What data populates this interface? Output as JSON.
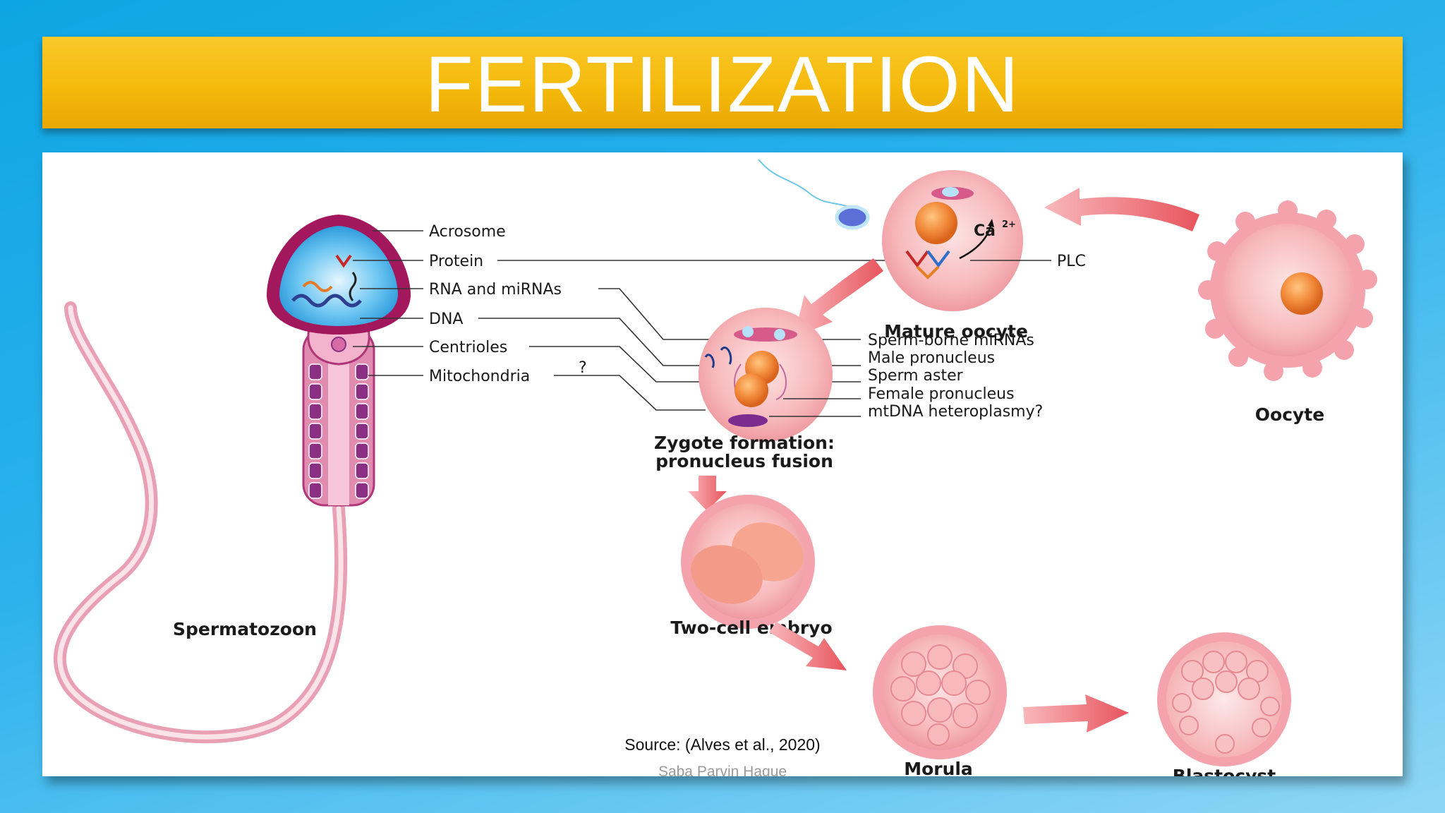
{
  "slide": {
    "title": "FERTILIZATION",
    "source": "Source: (Alves et al., 2020)",
    "author": "Saba Parvin Haque"
  },
  "diagram": {
    "sperm_labels": {
      "acrosome": "Acrosome",
      "protein": "Protein",
      "rna": "RNA and miRNAs",
      "dna": "DNA",
      "centrioles": "Centrioles",
      "mitochondria": "Mitochondria",
      "question": "?"
    },
    "spermatozoon": "Spermatozoon",
    "mature_oocyte": "Mature oocyte",
    "ca": "Ca",
    "ca_sup": "2+",
    "plc": "PLC",
    "oocyte": "Oocyte",
    "zygote_labels": {
      "mirnas": "Sperm-borne miRNAs",
      "male": "Male pronucleus",
      "aster": "Sperm aster",
      "female": "Female pronucleus",
      "mtdna": "mtDNA heteroplasmy?"
    },
    "zygote_line1": "Zygote formation:",
    "zygote_line2": "pronucleus fusion",
    "two_cell": "Two-cell embryo",
    "morula": "Morula",
    "blastocyst": "Blastocyst"
  },
  "colors": {
    "title_bar": "#f5ba0c",
    "background": "#1aa9e6",
    "arrow": "#ee6e73",
    "cell_pink": "#f7b9bc",
    "membrane": "#c2185b"
  }
}
